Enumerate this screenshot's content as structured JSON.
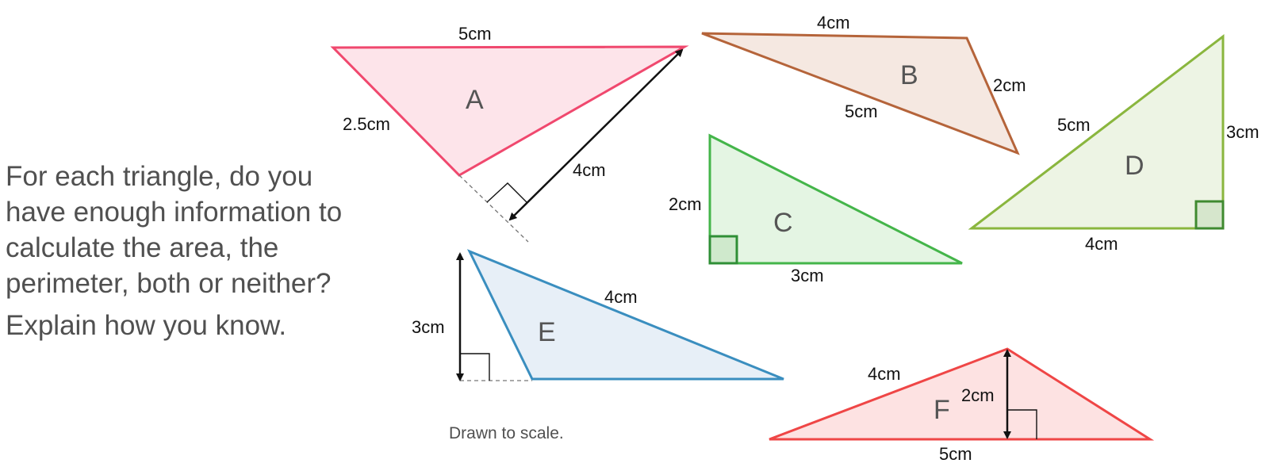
{
  "question": {
    "line1": "For each triangle, do you have enough information to calculate the area, the perimeter, both or neither?",
    "line2": "Explain how you know."
  },
  "note": "Drawn to scale.",
  "triangles": {
    "A": {
      "label": "A",
      "top": "5cm",
      "left": "2.5cm",
      "height": "4cm",
      "fill": "#fde4ea",
      "stroke": "#f0486e"
    },
    "B": {
      "label": "B",
      "top": "4cm",
      "right": "2cm",
      "bottom": "5cm",
      "fill": "#f5e8e1",
      "stroke": "#b5643a"
    },
    "C": {
      "label": "C",
      "left": "2cm",
      "bottom": "3cm",
      "fill": "#e4f5e3",
      "stroke": "#44b54a"
    },
    "D": {
      "label": "D",
      "hyp": "5cm",
      "right": "3cm",
      "bottom": "4cm",
      "fill": "#edf4e4",
      "stroke": "#8ab63e"
    },
    "E": {
      "label": "E",
      "height": "3cm",
      "side": "4cm",
      "fill": "#e7eff7",
      "stroke": "#3a8ebf"
    },
    "F": {
      "label": "F",
      "left": "4cm",
      "height": "2cm",
      "base": "5cm",
      "fill": "#fde2e2",
      "stroke": "#ef4646"
    }
  }
}
